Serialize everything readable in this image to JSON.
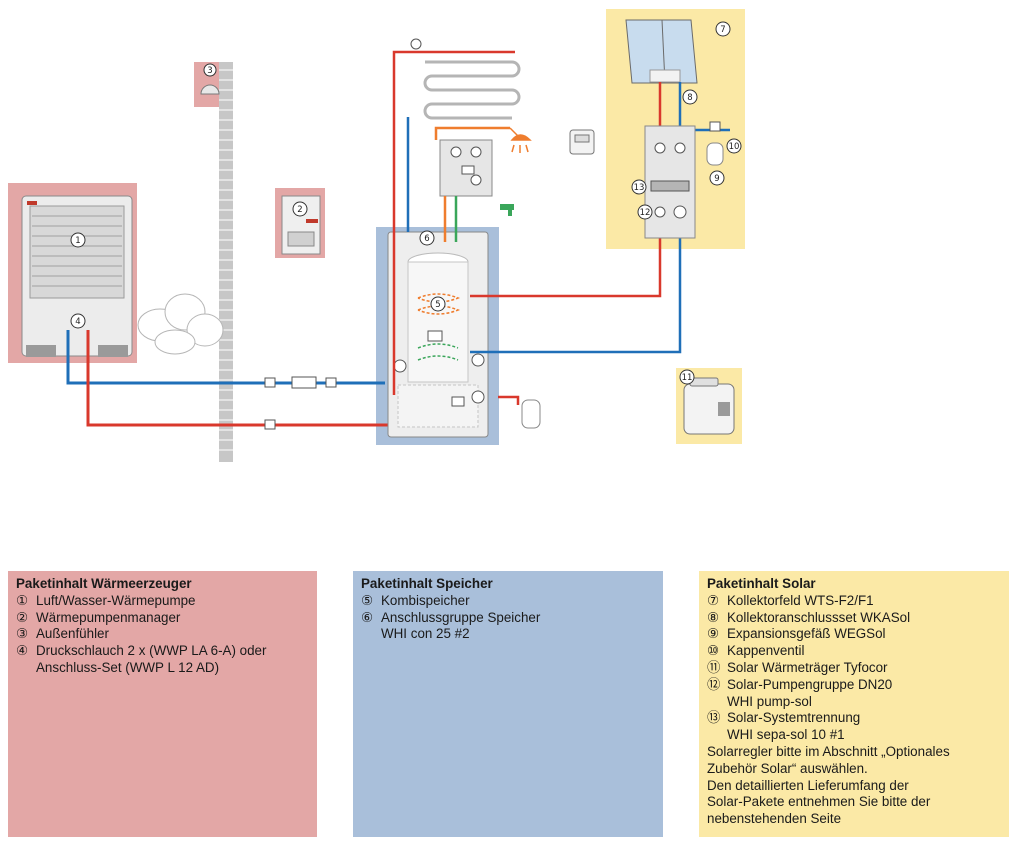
{
  "diagram": {
    "component_numbers": [
      "1",
      "2",
      "3",
      "4",
      "5",
      "6",
      "7",
      "8",
      "9",
      "10",
      "11",
      "12",
      "13"
    ]
  },
  "panels": {
    "heat_generator": {
      "title": "Paketinhalt Wärmeerzeuger",
      "items": [
        {
          "num": "①",
          "text": "Luft/Wasser-Wärmepumpe"
        },
        {
          "num": "②",
          "text": "Wärmepumpenmanager"
        },
        {
          "num": "③",
          "text": "Außenfühler"
        },
        {
          "num": "④",
          "text": "Druckschlauch 2 x (WWP LA 6-A) oder",
          "continuation": "Anschluss-Set (WWP L 12 AD)"
        }
      ]
    },
    "storage": {
      "title": "Paketinhalt Speicher",
      "items": [
        {
          "num": "⑤",
          "text": "Kombispeicher"
        },
        {
          "num": "⑥",
          "text": "Anschlussgruppe Speicher",
          "continuation": "WHI con 25 #2"
        }
      ]
    },
    "solar": {
      "title": "Paketinhalt Solar",
      "items": [
        {
          "num": "⑦",
          "text": "Kollektorfeld WTS-F2/F1"
        },
        {
          "num": "⑧",
          "text": "Kollektoranschlussset WKASol"
        },
        {
          "num": "⑨",
          "text": "Expansionsgefäß WEGSol"
        },
        {
          "num": "⑩",
          "text": "Kappenventil"
        },
        {
          "num": "⑪",
          "text": "Solar Wärmeträger Tyfocor"
        },
        {
          "num": "⑫",
          "text": "Solar-Pumpengruppe DN20",
          "continuation": "WHI pump-sol"
        },
        {
          "num": "⑬",
          "text": "Solar-Systemtrennung",
          "continuation": "WHI sepa-sol 10 #1"
        }
      ],
      "notes": [
        "Solarregler bitte im Abschnitt „Optionales",
        "Zubehör Solar“ auswählen.",
        "Den detaillierten Lieferumfang der",
        "Solar-Pakete entnehmen Sie bitte der",
        "nebenstehenden Seite"
      ]
    }
  },
  "colors": {
    "pink_zone": "#e3a7a6",
    "blue_zone": "#a9bfda",
    "yellow_zone": "#fbe9a6",
    "pipe_red": "#d9382c",
    "pipe_blue": "#1f6fb8",
    "pipe_orange": "#ef7d2e",
    "pipe_green": "#3aa65a"
  }
}
